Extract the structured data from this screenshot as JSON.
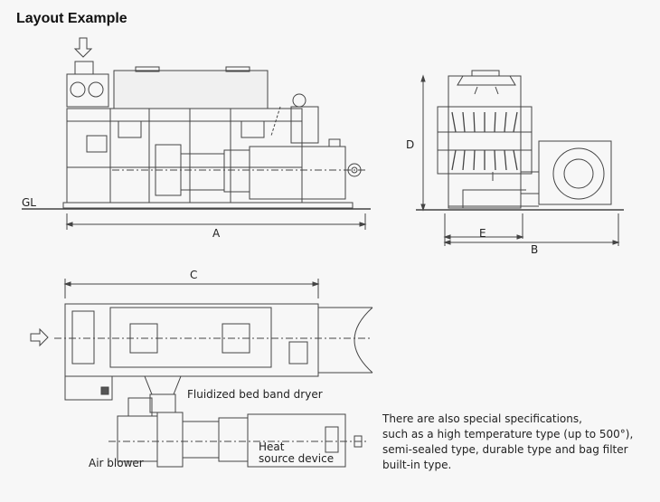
{
  "title": "Layout Example",
  "labels": {
    "gl": "GL",
    "dim_a": "A",
    "dim_b": "B",
    "dim_c": "C",
    "dim_d": "D",
    "dim_e": "E",
    "fluidized_bed_band_dryer": "Fluidized bed band dryer",
    "air_blower": "Air blower",
    "heat_source_line1": "Heat",
    "heat_source_line2": "source device"
  },
  "note_lines": [
    "There are also special specifications,",
    "such as a high temperature type (up to 500°),",
    "semi-sealed type, durable type and bag filter",
    "built-in type."
  ]
}
